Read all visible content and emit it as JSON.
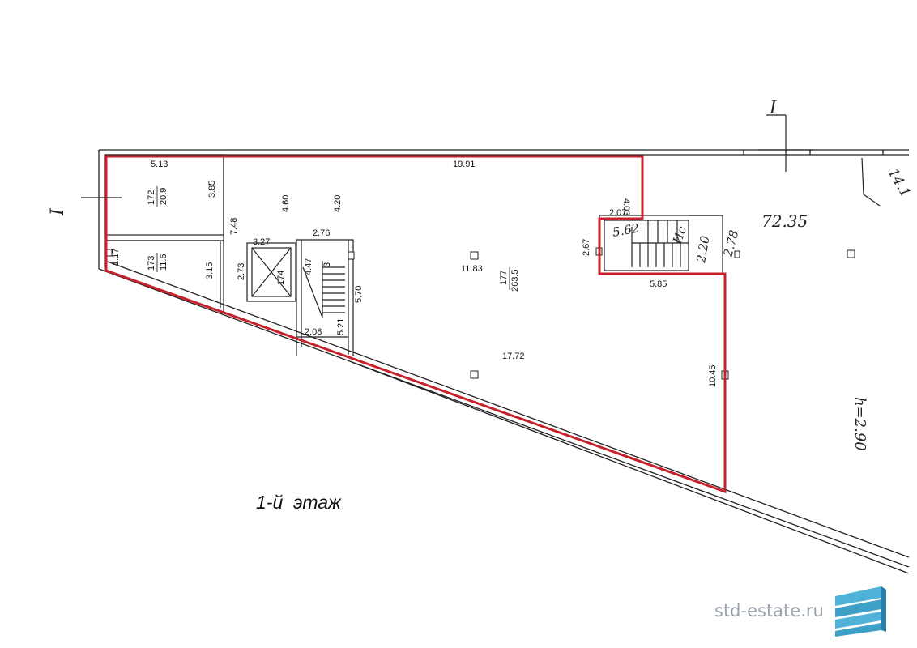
{
  "floor": {
    "label": "1-й  этаж"
  },
  "section_marks": {
    "left": "I",
    "top": "I"
  },
  "rooms": {
    "room_172": {
      "number": "172",
      "area": "20.9"
    },
    "room_173": {
      "number": "173",
      "area": "11.6"
    },
    "room_174": {
      "number": "174"
    },
    "room_177": {
      "number": "177",
      "area": "263.5"
    },
    "stair_3": {
      "number": "3"
    }
  },
  "dimensions": {
    "d_5_13": "5.13",
    "d_3_85": "3.85",
    "d_7_48": "7.48",
    "d_1_17": "1.17",
    "d_3_15": "3.15",
    "d_3_27": "3.27",
    "d_2_76": "2.76",
    "d_2_73": "2.73",
    "d_4_47": "4.47",
    "d_5_70": "5.70",
    "d_2_08": "2.08",
    "d_5_21": "5.21",
    "d_4_60": "4.60",
    "d_4_20": "4.20",
    "d_19_91": "19.91",
    "d_4_03": "4.03",
    "d_2_07": "2.07",
    "d_2_67": "2.67",
    "d_11_83": "11.83",
    "d_17_72": "17.72",
    "d_5_85": "5.85",
    "d_10_45": "10.45"
  },
  "handwritten": {
    "h1": "5.62",
    "h2": "Ис",
    "h3": "2.20",
    "h4": "2.78",
    "h5": "72.35",
    "h6": "14.1",
    "h7": "h=2.90"
  },
  "watermark": {
    "text": "std-estate.ru",
    "logo_color": "#4fb3d9"
  },
  "colors": {
    "outline_red": "#c8202a",
    "wall": "#222222"
  }
}
